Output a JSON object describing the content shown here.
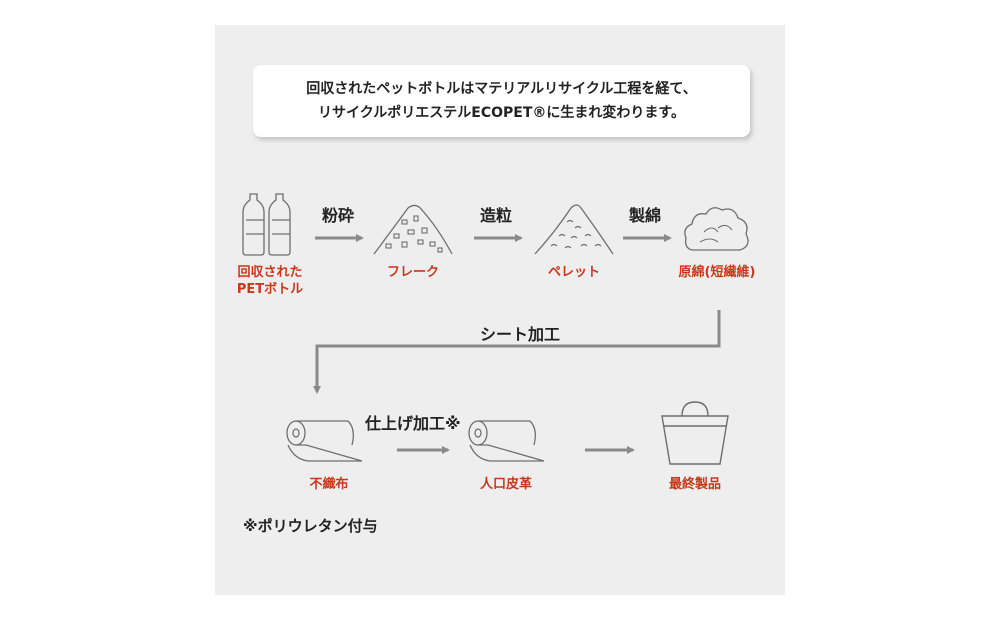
{
  "callout": {
    "line1": "回収されたペットボトルはマテリアルリサイクル工程を経て、",
    "line2": "リサイクルポリエステルECOPET®に生まれ変わります。"
  },
  "row1": {
    "items": [
      {
        "label_line1": "回収された",
        "label_line2": "PETボトル",
        "icon": "pet-bottles-icon"
      },
      {
        "label": "フレーク",
        "icon": "flake-pile-icon"
      },
      {
        "label": "ペレット",
        "icon": "pellet-pile-icon"
      },
      {
        "label": "原綿(短繊維)",
        "icon": "cotton-icon"
      }
    ],
    "steps": [
      "粉砕",
      "造粒",
      "製綿"
    ]
  },
  "row2": {
    "connector_label": "シート加工",
    "items": [
      {
        "label": "不織布",
        "icon": "fabric-roll-icon"
      },
      {
        "label": "人口皮革",
        "icon": "leather-roll-icon"
      },
      {
        "label": "最終製品",
        "icon": "tote-bag-icon"
      }
    ],
    "steps": [
      "仕上げ加工※",
      ""
    ]
  },
  "footnote": "※ポリウレタン付与",
  "colors": {
    "panel": "#eeeeee",
    "label_red": "#c9381a",
    "arrow_gray": "#8a8a8a",
    "icon_line": "#6e6e6e"
  }
}
